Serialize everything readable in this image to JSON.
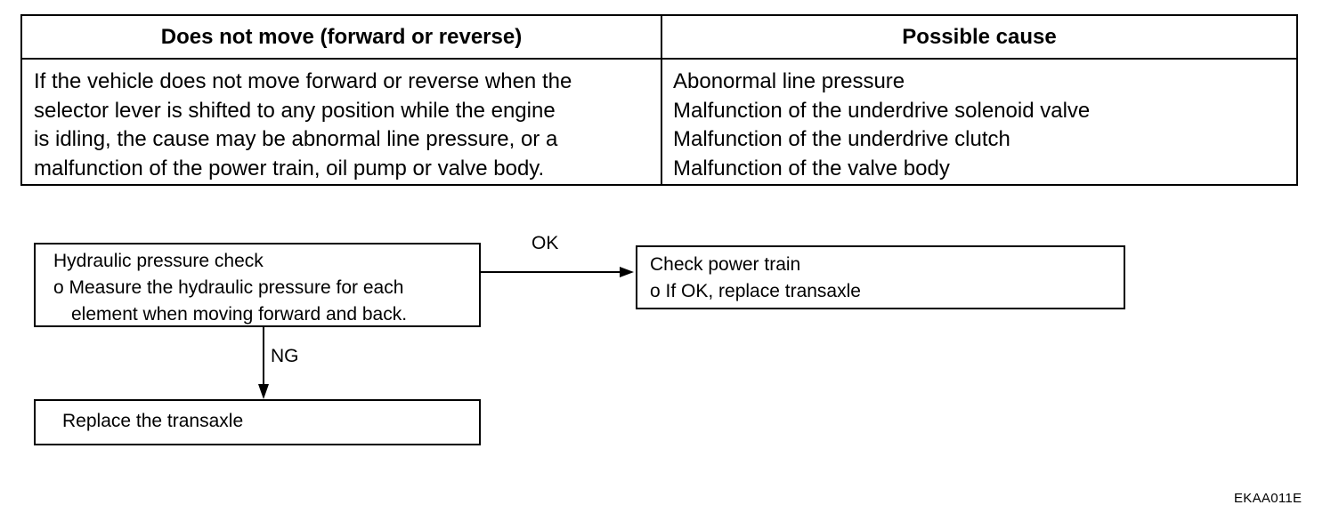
{
  "table": {
    "header_left": "Does not move (forward or reverse)",
    "header_right": "Possible cause",
    "symptom_lines": [
      "If the vehicle does not move forward or reverse when the",
      "selector lever is shifted to any position while the engine",
      "is idling, the cause may be abnormal line pressure, or a",
      "malfunction of the power train, oil pump or valve body."
    ],
    "cause_lines": [
      "Abonormal line pressure",
      "Malfunction of the underdrive solenoid valve",
      "Malfunction of the underdrive clutch",
      "Malfunction of the valve body"
    ]
  },
  "flow": {
    "hydraulic_box": {
      "title": "Hydraulic pressure check",
      "line1": "o Measure the hydraulic pressure for each",
      "line2": "element when moving forward and back."
    },
    "power_box": {
      "title": "Check power train",
      "line1": "o If OK, replace transaxle"
    },
    "replace_box": {
      "title": "Replace the transaxle"
    },
    "ok_label": "OK",
    "ng_label": "NG"
  },
  "figure_code": "EKAA011E"
}
